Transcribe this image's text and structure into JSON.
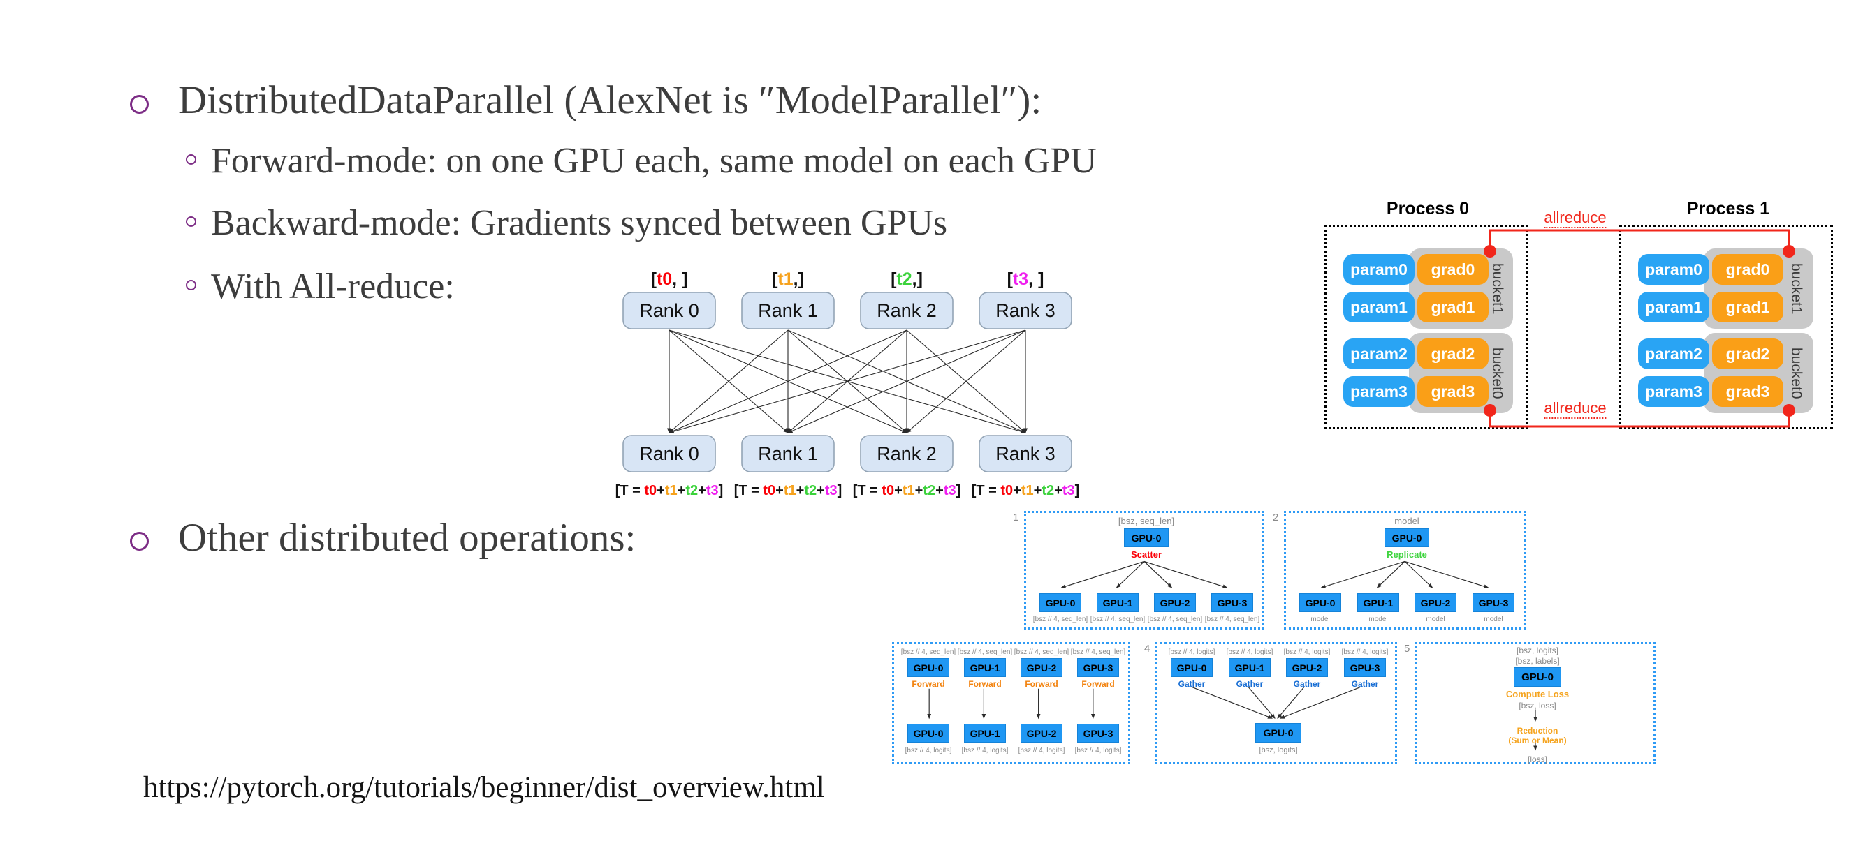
{
  "slide": {
    "bullet1": "DistributedDataParallel (AlexNet is ″ModelParallel″):",
    "sub_bullets": [
      "Forward-mode: on one GPU each, same model on each GPU",
      "Backward-mode: Gradients synced between GPUs",
      "With All-reduce:"
    ],
    "bullet2": "Other distributed operations:",
    "source_url": "https://pytorch.org/tutorials/beginner/dist_overview.html"
  },
  "colors": {
    "bullet_ring": "#7c2c85",
    "body_text": "#3d3d3d",
    "t0": "#fb0007",
    "t1": "#f6a21d",
    "t2": "#3bd23b",
    "t3": "#ef1fef",
    "rank_fill": "#d8e5f5",
    "rank_border": "#93a4b5",
    "param_blue": "#29a4f4",
    "grad_orange": "#fa9f17",
    "bucket_gray": "#c9c9c9",
    "allreduce_red": "#f1261b",
    "panel_border_blue": "#2f9bf5",
    "gpu_blue": "#1f97f3",
    "diagram_label_gray": "#8a8a8a",
    "scatter_red": "#fb0007",
    "replicate_green": "#3fd43f",
    "forward_orange": "#f2820d",
    "gather_blue": "#1a6fd4",
    "loss_orange": "#f5a31d"
  },
  "allreduce_diagram": {
    "tensor_labels": [
      {
        "pre": "[",
        "t": "t0",
        "post": ", ]",
        "color_key": "t0"
      },
      {
        "pre": "[",
        "t": "t1",
        "post": ",]",
        "color_key": "t1"
      },
      {
        "pre": "[",
        "t": "t2",
        "post": ",]",
        "color_key": "t2"
      },
      {
        "pre": "[",
        "t": "t3",
        "post": ", ]",
        "color_key": "t3"
      }
    ],
    "top_ranks": [
      "Rank 0",
      "Rank 1",
      "Rank 2",
      "Rank 3"
    ],
    "bottom_ranks": [
      "Rank 0",
      "Rank 1",
      "Rank 2",
      "Rank 3"
    ],
    "sum_label": {
      "pre": "[T = ",
      "terms": [
        "t0",
        "t1",
        "t2",
        "t3"
      ],
      "term_color_keys": [
        "t0",
        "t1",
        "t2",
        "t3"
      ],
      "sep": "+",
      "post": "]"
    }
  },
  "process_diagram": {
    "process_titles": [
      "Process 0",
      "Process 1"
    ],
    "buckets": [
      {
        "name": "bucket1",
        "rows": [
          {
            "param": "param0",
            "grad": "grad0"
          },
          {
            "param": "param1",
            "grad": "grad1"
          }
        ]
      },
      {
        "name": "bucket0",
        "rows": [
          {
            "param": "param2",
            "grad": "grad2"
          },
          {
            "param": "param3",
            "grad": "grad3"
          }
        ]
      }
    ],
    "allreduce_top": "allreduce",
    "allreduce_bottom": "allreduce"
  },
  "ops_figure": {
    "panels": [
      {
        "num": "1",
        "type": "fan_down",
        "top_label": "[bsz, seq_len]",
        "root": "GPU-0",
        "op": "Scatter",
        "op_color_key": "scatter_red",
        "children": [
          "GPU-0",
          "GPU-1",
          "GPU-2",
          "GPU-3"
        ],
        "child_labels": [
          "[bsz // 4, seq_len]",
          "[bsz // 4, seq_len]",
          "[bsz // 4, seq_len]",
          "[bsz // 4, seq_len]"
        ]
      },
      {
        "num": "2",
        "type": "fan_down",
        "top_label": "model",
        "root": "GPU-0",
        "op": "Replicate",
        "op_color_key": "replicate_green",
        "children": [
          "GPU-0",
          "GPU-1",
          "GPU-2",
          "GPU-3"
        ],
        "child_labels": [
          "model",
          "model",
          "model",
          "model"
        ]
      },
      {
        "num": "",
        "type": "columns",
        "top_labels": [
          "[bsz // 4, seq_len]",
          "[bsz // 4, seq_len]",
          "[bsz // 4, seq_len]",
          "[bsz // 4, seq_len]"
        ],
        "tops": [
          "GPU-0",
          "GPU-1",
          "GPU-2",
          "GPU-3"
        ],
        "op": "Forward",
        "op_color_key": "forward_orange",
        "bottoms": [
          "GPU-0",
          "GPU-1",
          "GPU-2",
          "GPU-3"
        ],
        "bottom_labels": [
          "[bsz // 4, logits]",
          "[bsz // 4, logits]",
          "[bsz // 4, logits]",
          "[bsz // 4, logits]"
        ]
      },
      {
        "num": "4",
        "type": "fan_up",
        "top_labels": [
          "[bsz // 4, logits]",
          "[bsz // 4, logits]",
          "[bsz // 4, logits]",
          "[bsz // 4, logits]"
        ],
        "tops": [
          "GPU-0",
          "GPU-1",
          "GPU-2",
          "GPU-3"
        ],
        "op": "Gather",
        "op_color_key": "gather_blue",
        "root": "GPU-0",
        "root_label": "[bsz, logits]"
      },
      {
        "num": "5",
        "type": "chain",
        "top_labels": [
          "[bsz, logits]",
          "[bsz, labels]"
        ],
        "root": "GPU-0",
        "op1": "Compute Loss",
        "mid_label": "[bsz, loss]",
        "op2_line1": "Reduction",
        "op2_line2": "(Sum or Mean)",
        "bottom_label": "[loss]"
      }
    ]
  }
}
